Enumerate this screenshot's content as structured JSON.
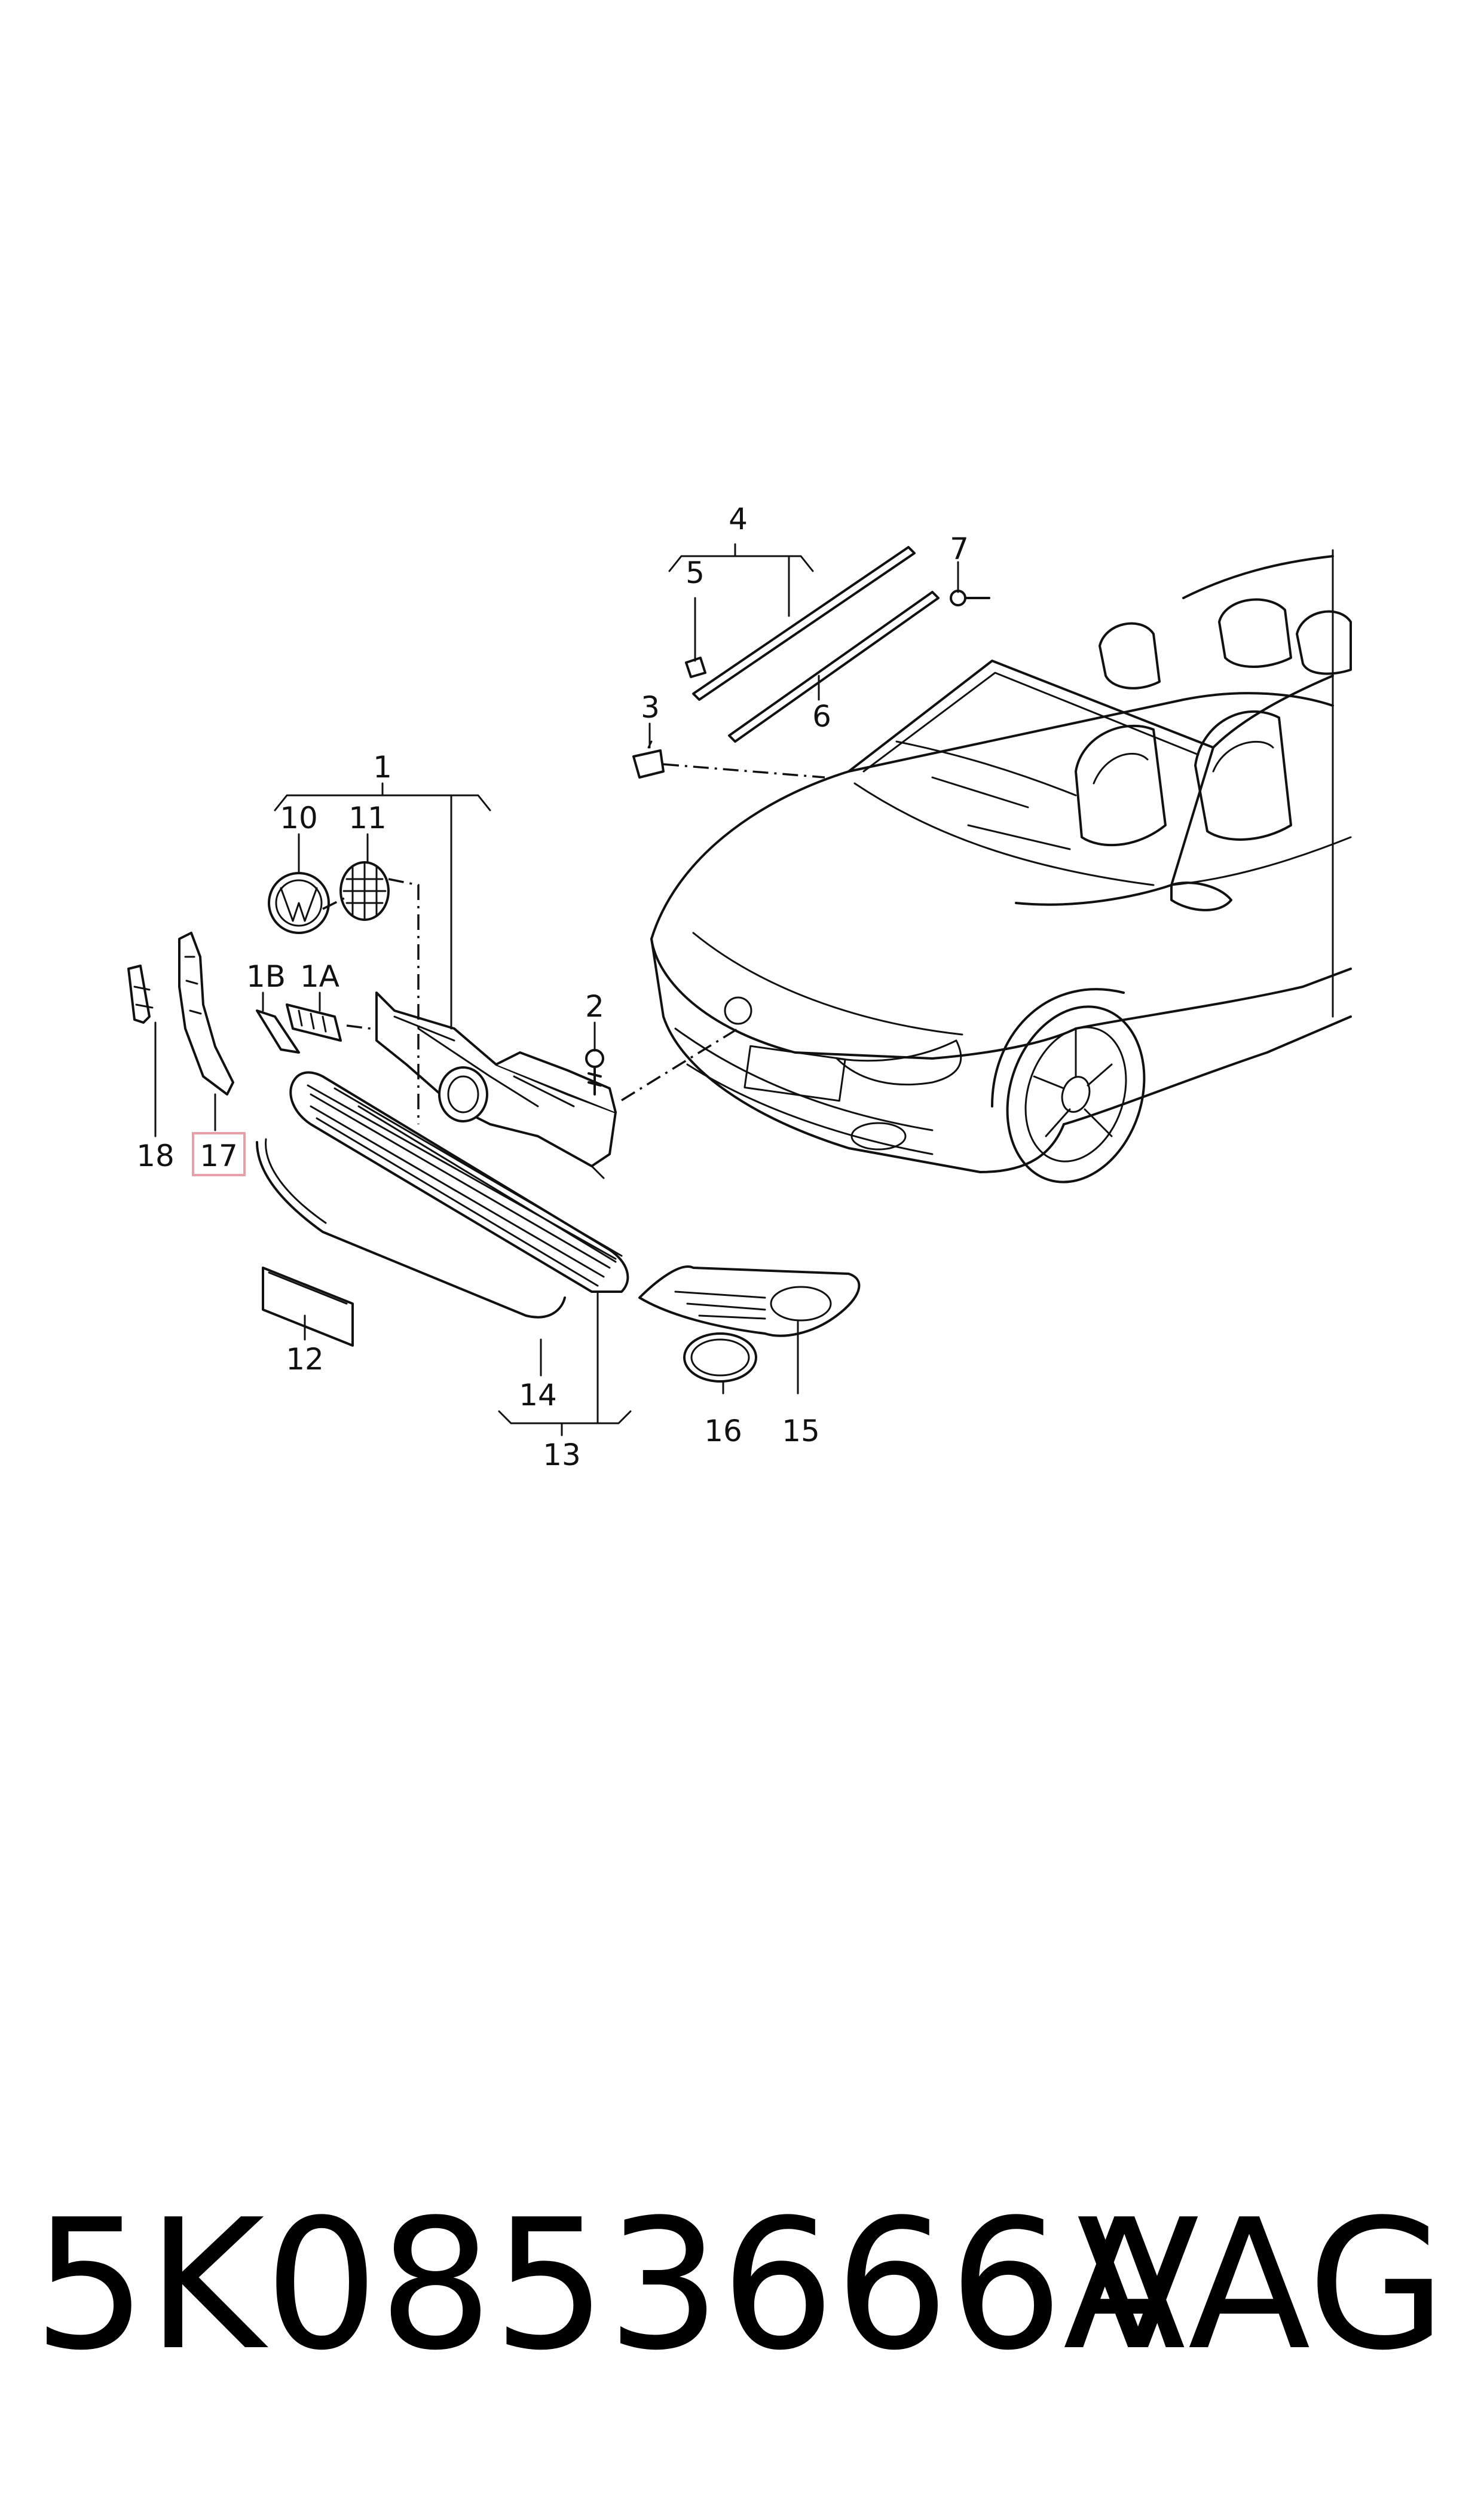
{
  "diagram": {
    "callouts": {
      "c1": "1",
      "c1a": "1A",
      "c1b": "1B",
      "c2": "2",
      "c3": "3",
      "c4": "4",
      "c5": "5",
      "c6": "6",
      "c7": "7",
      "c10": "10",
      "c11": "11",
      "c12": "12",
      "c13": "13",
      "c14": "14",
      "c15": "15",
      "c16": "16",
      "c17": "17",
      "c18": "18"
    },
    "highlight_color": "#e8a0a8"
  },
  "footer": {
    "part_number": "5K0853666A",
    "brand": "VAG"
  }
}
